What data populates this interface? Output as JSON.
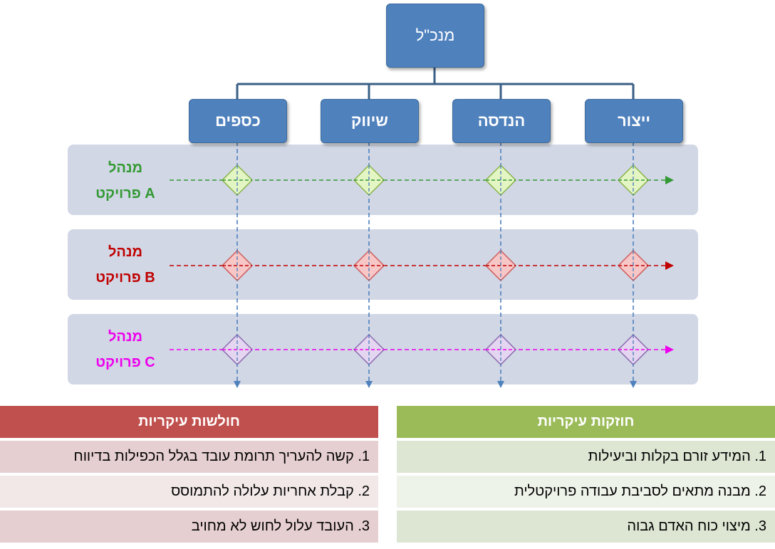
{
  "org": {
    "ceo": "מנכ\"ל",
    "departments": [
      "ייצור",
      "הנדסה",
      "שיווק",
      "כספים"
    ]
  },
  "project_managers": [
    {
      "line1": "מנהל",
      "line2": "פרויקט A",
      "color": "#339933",
      "diamond_fill": "#e4f5c4",
      "diamond_stroke": "#88b34a"
    },
    {
      "line1": "מנהל",
      "line2": "פרויקט B",
      "color": "#c00000",
      "diamond_fill": "#f7c6c6",
      "diamond_stroke": "#cc5c5c"
    },
    {
      "line1": "מנהל",
      "line2": "פרויקט C",
      "color": "#ee00ee",
      "diamond_fill": "#e4d6f0",
      "diamond_stroke": "#8c6ab0"
    }
  ],
  "colors": {
    "dept_box": "#4f81bd",
    "band": "#d1d7e5",
    "connector": "#3a5f86",
    "dashed_vertical": "#4f81bd"
  },
  "strengths": {
    "title": "חוזקות עיקריות",
    "items": [
      "1. המידע זורם בקלות וביעילות",
      "2. מבנה מתאים לסביבת עבודה פרויקטלית",
      "3. מיצוי כוח האדם גבוה"
    ]
  },
  "weaknesses": {
    "title": "חולשות עיקריות",
    "items": [
      "1. קשה להעריך תרומת עובד בגלל הכפילות בדיווח",
      "2. קבלת אחריות עלולה להתמוסס",
      "3. העובד עלול לחוש לא מחויב"
    ]
  }
}
